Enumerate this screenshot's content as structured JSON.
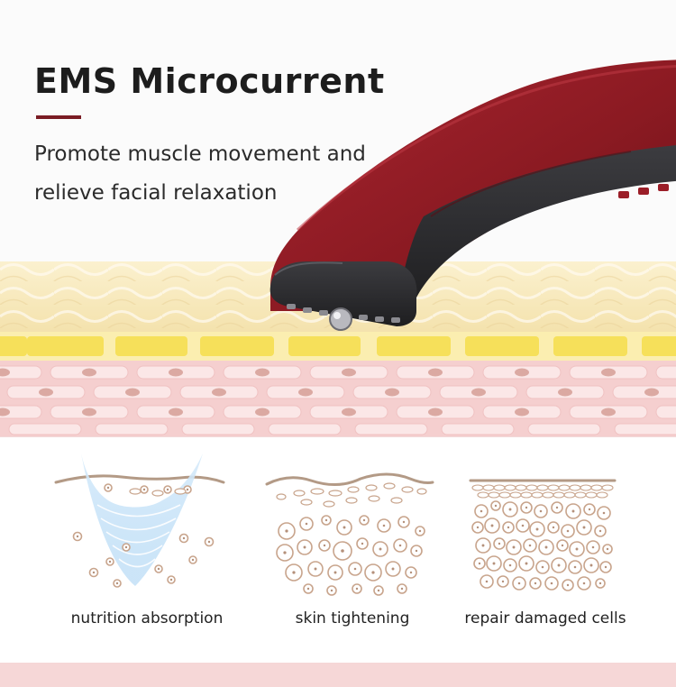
{
  "header": {
    "title": "EMS Microcurrent",
    "subtitle": "Promote muscle movement and relieve facial relaxation"
  },
  "features": [
    {
      "label": "nutrition absorption",
      "icon": "nutrition-absorption-diagram"
    },
    {
      "label": "skin tightening",
      "icon": "skin-tightening-diagram"
    },
    {
      "label": "repair damaged cells",
      "icon": "repair-cells-diagram"
    }
  ],
  "colors": {
    "accent": "#7a1c24",
    "device_red": "#8b1a22",
    "device_dark": "#2e2e31",
    "fat_layer": "#f7ecc4",
    "yellow_band": "#f6e05a",
    "dermis": "#f5cfcf",
    "cell": "#c8a48c"
  }
}
